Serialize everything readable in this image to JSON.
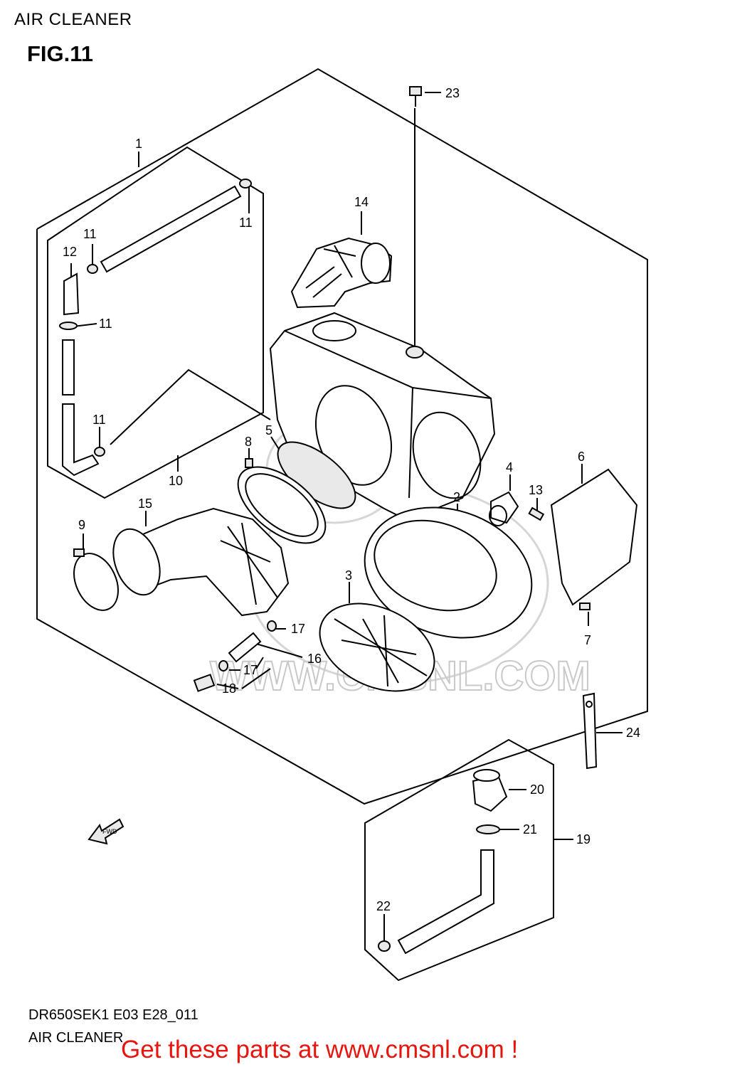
{
  "header": {
    "title": "AIR CLEANER",
    "figure": "FIG.11"
  },
  "footer": {
    "code": "DR650SEK1 E03 E28_011",
    "subtitle": "AIR CLEANER",
    "promo": "Get these parts at www.cmsnl.com !"
  },
  "watermark": "WWW.CMSNL.COM",
  "callouts": [
    "1",
    "2",
    "3",
    "4",
    "5",
    "6",
    "7",
    "8",
    "9",
    "10",
    "11",
    "11",
    "11",
    "11",
    "12",
    "13",
    "14",
    "15",
    "16",
    "17",
    "17",
    "18",
    "19",
    "20",
    "21",
    "22",
    "23",
    "24"
  ],
  "fwd_label": "FWD"
}
